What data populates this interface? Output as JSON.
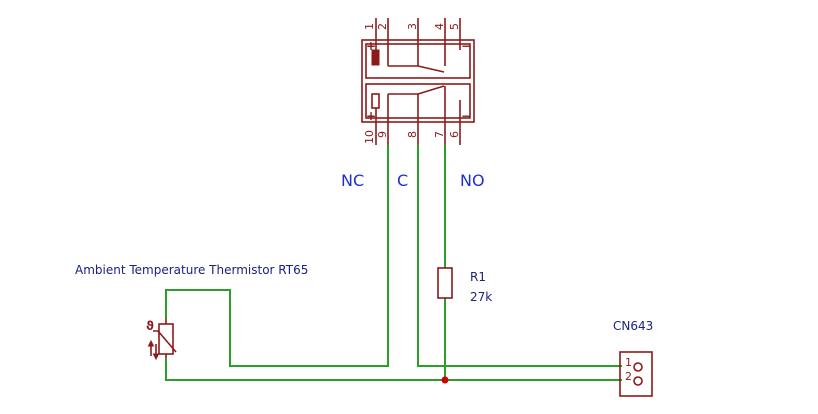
{
  "relay": {
    "top_pins": [
      "1",
      "2",
      "3",
      "4",
      "5"
    ],
    "bottom_pins": [
      "10",
      "9",
      "8",
      "7",
      "6"
    ],
    "plus_sign": "+",
    "minus_sign": "−"
  },
  "nets": {
    "nc": "NC",
    "c": "C",
    "no": "NO"
  },
  "thermistor": {
    "label": "Ambient Temperature Thermistor RT65"
  },
  "resistor": {
    "ref": "R1",
    "value": "27k"
  },
  "connector": {
    "ref": "CN643",
    "pin1": "1",
    "pin2": "2"
  },
  "colors": {
    "wire": "#2aa02a",
    "part": "#8b1a1a",
    "net_label": "#1f2fd1",
    "label": "#1a237e",
    "junction": "#cc0000"
  }
}
